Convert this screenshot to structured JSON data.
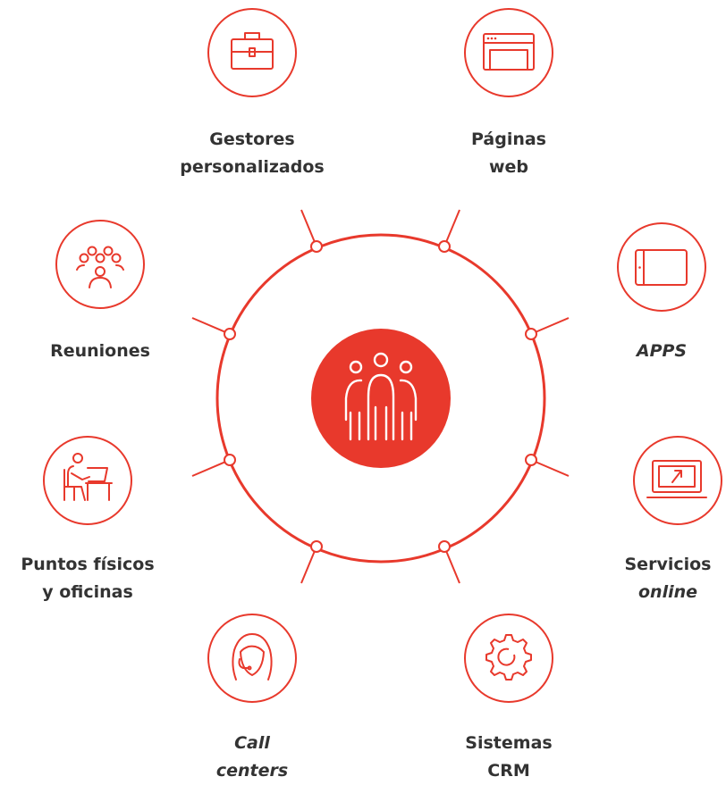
{
  "colors": {
    "accent": "#e8392c",
    "text": "#333333",
    "background": "#ffffff"
  },
  "center": {
    "icon": "people-group-icon"
  },
  "channels": [
    {
      "id": "gestores",
      "icon": "briefcase-icon",
      "label_lines": [
        "Gestores",
        "personalizados"
      ],
      "italic": [
        false,
        false
      ]
    },
    {
      "id": "paginas-web",
      "icon": "browser-window-icon",
      "label_lines": [
        "Páginas",
        "web"
      ],
      "italic": [
        false,
        false
      ]
    },
    {
      "id": "apps",
      "icon": "tablet-icon",
      "label_lines": [
        "APPS"
      ],
      "italic": [
        true
      ]
    },
    {
      "id": "servicios-online",
      "icon": "laptop-cursor-icon",
      "label_lines": [
        "Servicios",
        "online"
      ],
      "italic": [
        false,
        true
      ]
    },
    {
      "id": "sistemas-crm",
      "icon": "gear-icon",
      "label_lines": [
        "Sistemas",
        "CRM"
      ],
      "italic": [
        false,
        false
      ]
    },
    {
      "id": "call-centers",
      "icon": "headset-agent-icon",
      "label_lines": [
        "Call",
        "centers"
      ],
      "italic": [
        true,
        true
      ]
    },
    {
      "id": "puntos-fisicos",
      "icon": "person-at-desk-icon",
      "label_lines": [
        "Puntos físicos",
        "y oficinas"
      ],
      "italic": [
        false,
        false
      ]
    },
    {
      "id": "reuniones",
      "icon": "meeting-group-icon",
      "label_lines": [
        "Reuniones"
      ],
      "italic": [
        false
      ]
    }
  ]
}
